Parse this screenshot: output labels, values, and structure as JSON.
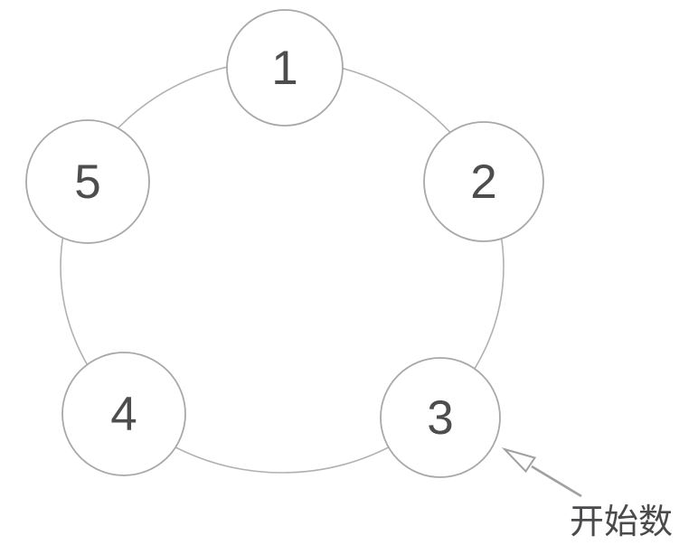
{
  "diagram": {
    "description": "counting-circle",
    "node_count": "5",
    "nodes": [
      {
        "label": "1"
      },
      {
        "label": "2"
      },
      {
        "label": "3"
      },
      {
        "label": "4"
      },
      {
        "label": "5"
      }
    ],
    "annotation": {
      "label": "开始数",
      "points_to_node": "3"
    }
  },
  "colors": {
    "background": "#ffffff",
    "ring_stroke": "#b1b1b3",
    "node_stroke": "#a8a8aa",
    "node_fill": "#ffffff",
    "number": "#4d4d50",
    "arrow": "#a0a0a2",
    "arrow_head_fill": "#ffffff",
    "label": "#4a4a4c"
  }
}
